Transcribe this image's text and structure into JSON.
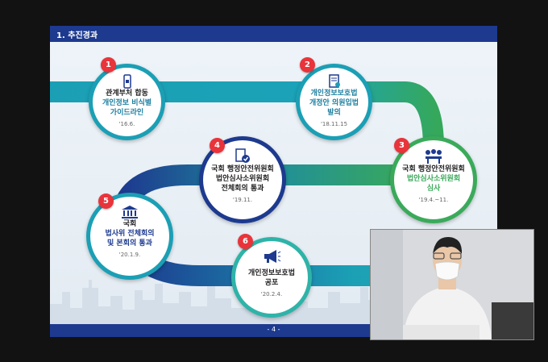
{
  "slide": {
    "title": "1. 추진경과",
    "page_number": "- 4 -"
  },
  "steps": [
    {
      "num": "1",
      "line1": "관계부처 합동",
      "line2": "개인정보 비식별",
      "line3": "가이드라인",
      "date": "'16.6.",
      "icon": "phone-lock-icon"
    },
    {
      "num": "2",
      "line1": "개인정보보호법",
      "line2": "개정안 의원입법",
      "line3": "발의",
      "date": "'18.11.15",
      "icon": "document-check-icon"
    },
    {
      "num": "3",
      "line1": "국회 행정안전위원회",
      "line2": "법안심사소위원회",
      "line3": "심사",
      "date": "'19.4.~11.",
      "icon": "meeting-people-icon"
    },
    {
      "num": "4",
      "line1": "국회 행정안전위원회",
      "line2": "법안심사소위원회",
      "line3": "전체회의 통과",
      "date": "'19.11.",
      "icon": "document-approve-icon"
    },
    {
      "num": "5",
      "line1": "국회",
      "line2": "법사위 전체회의",
      "line3": "및 본회의 통과",
      "date": "'20.1.9.",
      "icon": "courthouse-icon"
    },
    {
      "num": "6",
      "line1": "개인정보보호법",
      "line2": "공포",
      "line3": "",
      "date": "'20.2.4.",
      "icon": "megaphone-icon"
    }
  ],
  "colors": {
    "header": "#1d3a8f",
    "badge": "#e8343a",
    "teal": "#1b9fb5",
    "green": "#3aaa5a",
    "navy": "#1d3a8f"
  }
}
